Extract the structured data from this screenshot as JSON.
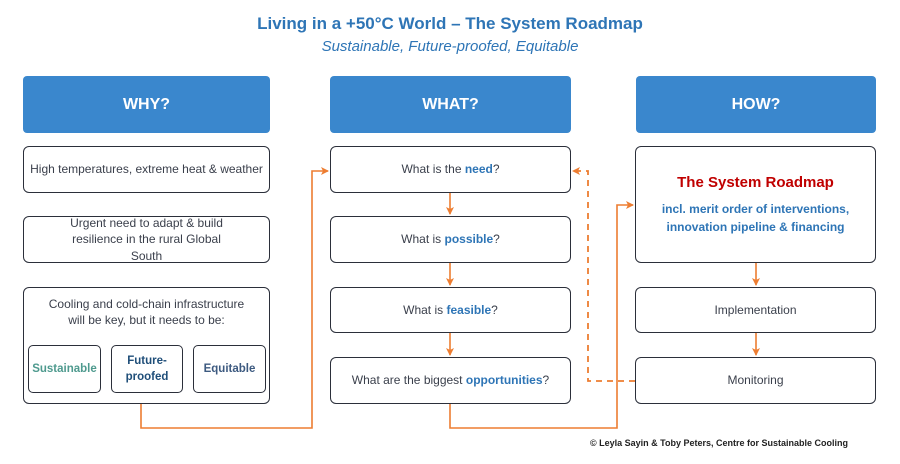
{
  "header": {
    "title": "Living in a +50°C World – The System Roadmap",
    "subtitle": "Sustainable, Future-proofed, Equitable"
  },
  "columns": {
    "why": {
      "heading": "WHY?",
      "items": [
        "High temperatures, extreme heat & weather",
        "Urgent need to adapt & build resilience in the rural Global South"
      ],
      "cooling": {
        "text": "Cooling and cold-chain infrastructure will be key, but it needs to be:",
        "qualities": [
          {
            "label": "Sustainable",
            "color": "#4e9a8e"
          },
          {
            "label": "Future-proofed",
            "color": "#1f4e79"
          },
          {
            "label": "Equitable",
            "color": "#3d5a80"
          }
        ]
      }
    },
    "what": {
      "heading": "WHAT?",
      "questions": [
        {
          "pre": "What is the ",
          "keyword": "need",
          "post": "?"
        },
        {
          "pre": "What is ",
          "keyword": "possible",
          "post": "?"
        },
        {
          "pre": "What is ",
          "keyword": "feasible",
          "post": "?"
        },
        {
          "pre": "What are the biggest ",
          "keyword": "opportunities",
          "post": "?"
        }
      ]
    },
    "how": {
      "heading": "HOW?",
      "roadmap_title": "The System Roadmap",
      "roadmap_desc": "incl. merit order of interventions, innovation pipeline & financing",
      "steps": [
        "Implementation",
        "Monitoring"
      ]
    }
  },
  "colors": {
    "header_blue": "#3a87cd",
    "title_blue": "#2e75b6",
    "keyword_blue": "#2e75b6",
    "roadmap_red": "#c00000",
    "connector_orange": "#ed7d31"
  },
  "credit": "© Leyla Sayin & Toby Peters, Centre for Sustainable Cooling"
}
